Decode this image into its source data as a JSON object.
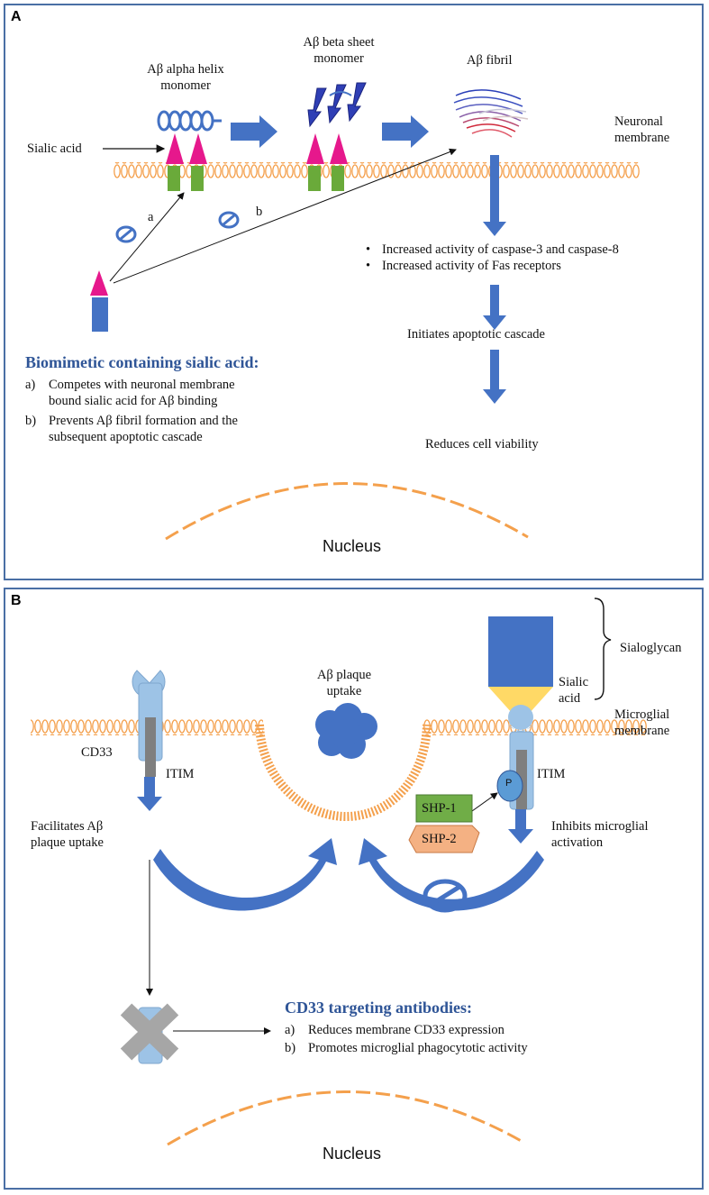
{
  "colors": {
    "panel_border": "#4a6fa5",
    "arrow_blue": "#4472c4",
    "membrane_orange": "#f4a04c",
    "sialic_magenta": "#e6188c",
    "anchor_green": "#6aaa3a",
    "heading_blue": "#2f5597",
    "shp1_green": "#70ad47",
    "shp2_salmon": "#f4b183",
    "sialic_yellow": "#ffd966",
    "receptor_light_blue": "#9dc3e6",
    "itim_gray": "#7f7f7f",
    "antibody_gray": "#a6a6a6"
  },
  "panel_a": {
    "letter": "A",
    "labels": {
      "alpha_helix": [
        "Aβ alpha helix",
        "monomer"
      ],
      "beta_sheet": [
        "Aβ beta sheet",
        "monomer"
      ],
      "fibril": "Aβ fibril",
      "neuronal_membrane": [
        "Neuronal",
        "membrane"
      ],
      "sialic_acid": "Sialic  acid",
      "path_a": "a",
      "path_b": "b",
      "initiates": "Initiates  apoptotic cascade",
      "reduces": "Reduces cell viability",
      "nucleus": "Nucleus"
    },
    "effects": [
      "Increased activity  of caspase-3 and caspase-8",
      "Increased activity  of Fas receptors"
    ],
    "biomimetic": {
      "heading": "Biomimetic containing sialic acid:",
      "items": [
        {
          "marker": "a)",
          "lines": [
            "Competes with neuronal membrane",
            "bound sialic  acid for Aβ binding"
          ]
        },
        {
          "marker": "b)",
          "lines": [
            "Prevents Aβ fibril formation and the",
            "subsequent  apoptotic cascade"
          ]
        }
      ]
    },
    "icons": [
      "alpha-helix-icon",
      "beta-sheet-icon",
      "fibril-icon",
      "inhibition-icon",
      "biomimetic-molecule-icon"
    ]
  },
  "panel_b": {
    "letter": "B",
    "labels": {
      "plaque_uptake": [
        "Aβ plaque",
        "uptake"
      ],
      "sialoglycan": "Sialoglycan",
      "sialic_acid": [
        "Sialic",
        "acid"
      ],
      "microglial_membrane": [
        "Microglial",
        "membrane"
      ],
      "cd33": "CD33",
      "itim_left": "ITIM",
      "itim_right": "ITIM",
      "phospho": "P",
      "shp1": "SHP-1",
      "shp2": "SHP-2",
      "facilitates": [
        "Facilitates Aβ",
        "plaque uptake"
      ],
      "inhibits": [
        "Inhibits microglial",
        "activation"
      ],
      "nucleus": "Nucleus"
    },
    "antibodies": {
      "heading": "CD33 targeting antibodies:",
      "items": [
        {
          "marker": "a)",
          "text": "Reduces membrane  CD33 expression"
        },
        {
          "marker": "b)",
          "text": "Promotes microglial  phagocytotic activity"
        }
      ]
    },
    "icons": [
      "cd33-receptor-icon",
      "plaque-icon",
      "sialoglycan-icon",
      "shp-icon",
      "antibody-block-icon",
      "inhibition-icon"
    ]
  }
}
